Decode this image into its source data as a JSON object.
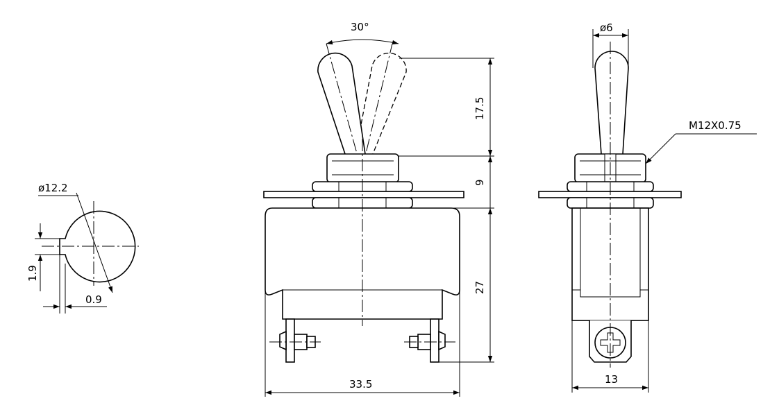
{
  "drawing": {
    "labels": {
      "toggle_angle": "30°",
      "lever_diameter": "ø6",
      "thread": "M12X0.75",
      "panel_hole_diameter": "ø12.2",
      "key_width": "1.9",
      "key_depth": "0.9",
      "lever_length": "17.5",
      "bushing_height": "9",
      "body_height": "27",
      "body_width": "33.5",
      "side_width": "13"
    }
  }
}
